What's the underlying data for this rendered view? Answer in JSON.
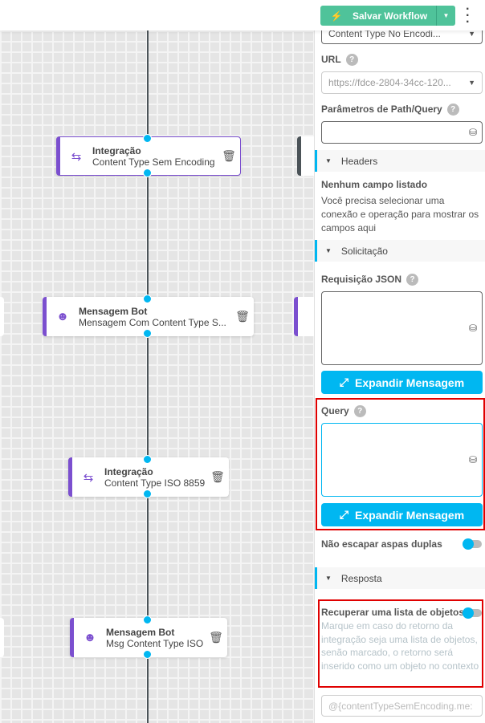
{
  "header": {
    "save_label": "Salvar Workflow",
    "save_color": "#4fc39a"
  },
  "canvas": {
    "nodes": [
      {
        "type": "Integração",
        "name": "Content Type Sem Encoding",
        "icon": "arrows-exchange-icon"
      },
      {
        "type": "Mensagem Bot",
        "name": "Mensagem Com Content Type S...",
        "icon": "bot-icon"
      },
      {
        "type": "Integração",
        "name": "Content Type ISO 8859",
        "icon": "arrows-exchange-icon"
      },
      {
        "type": "Mensagem Bot",
        "name": "Msg Content Type ISO",
        "icon": "bot-icon"
      }
    ]
  },
  "panel": {
    "operation_value": "Content Type No Encodi...",
    "url_label": "URL",
    "url_value": "https://fdce-2804-34cc-120...",
    "params_label": "Parâmetros de Path/Query",
    "headers_section": "Headers",
    "empty_title": "Nenhum campo listado",
    "empty_text": "Você precisa selecionar uma conexão e operação para mostrar os campos aqui",
    "request_section": "Solicitação",
    "json_label": "Requisição JSON",
    "expand_label": "Expandir Mensagem",
    "query_label": "Query",
    "no_escape_label": "Não escapar aspas duplas",
    "response_section": "Resposta",
    "list_label": "Recuperar uma lista de objetos",
    "list_help": "Marque em caso do retorno da integração seja uma lista de objetos, senão marcado, o retorno será inserido como um objeto no contexto",
    "result_placeholder": "@{contentTypeSemEncoding.me:"
  }
}
